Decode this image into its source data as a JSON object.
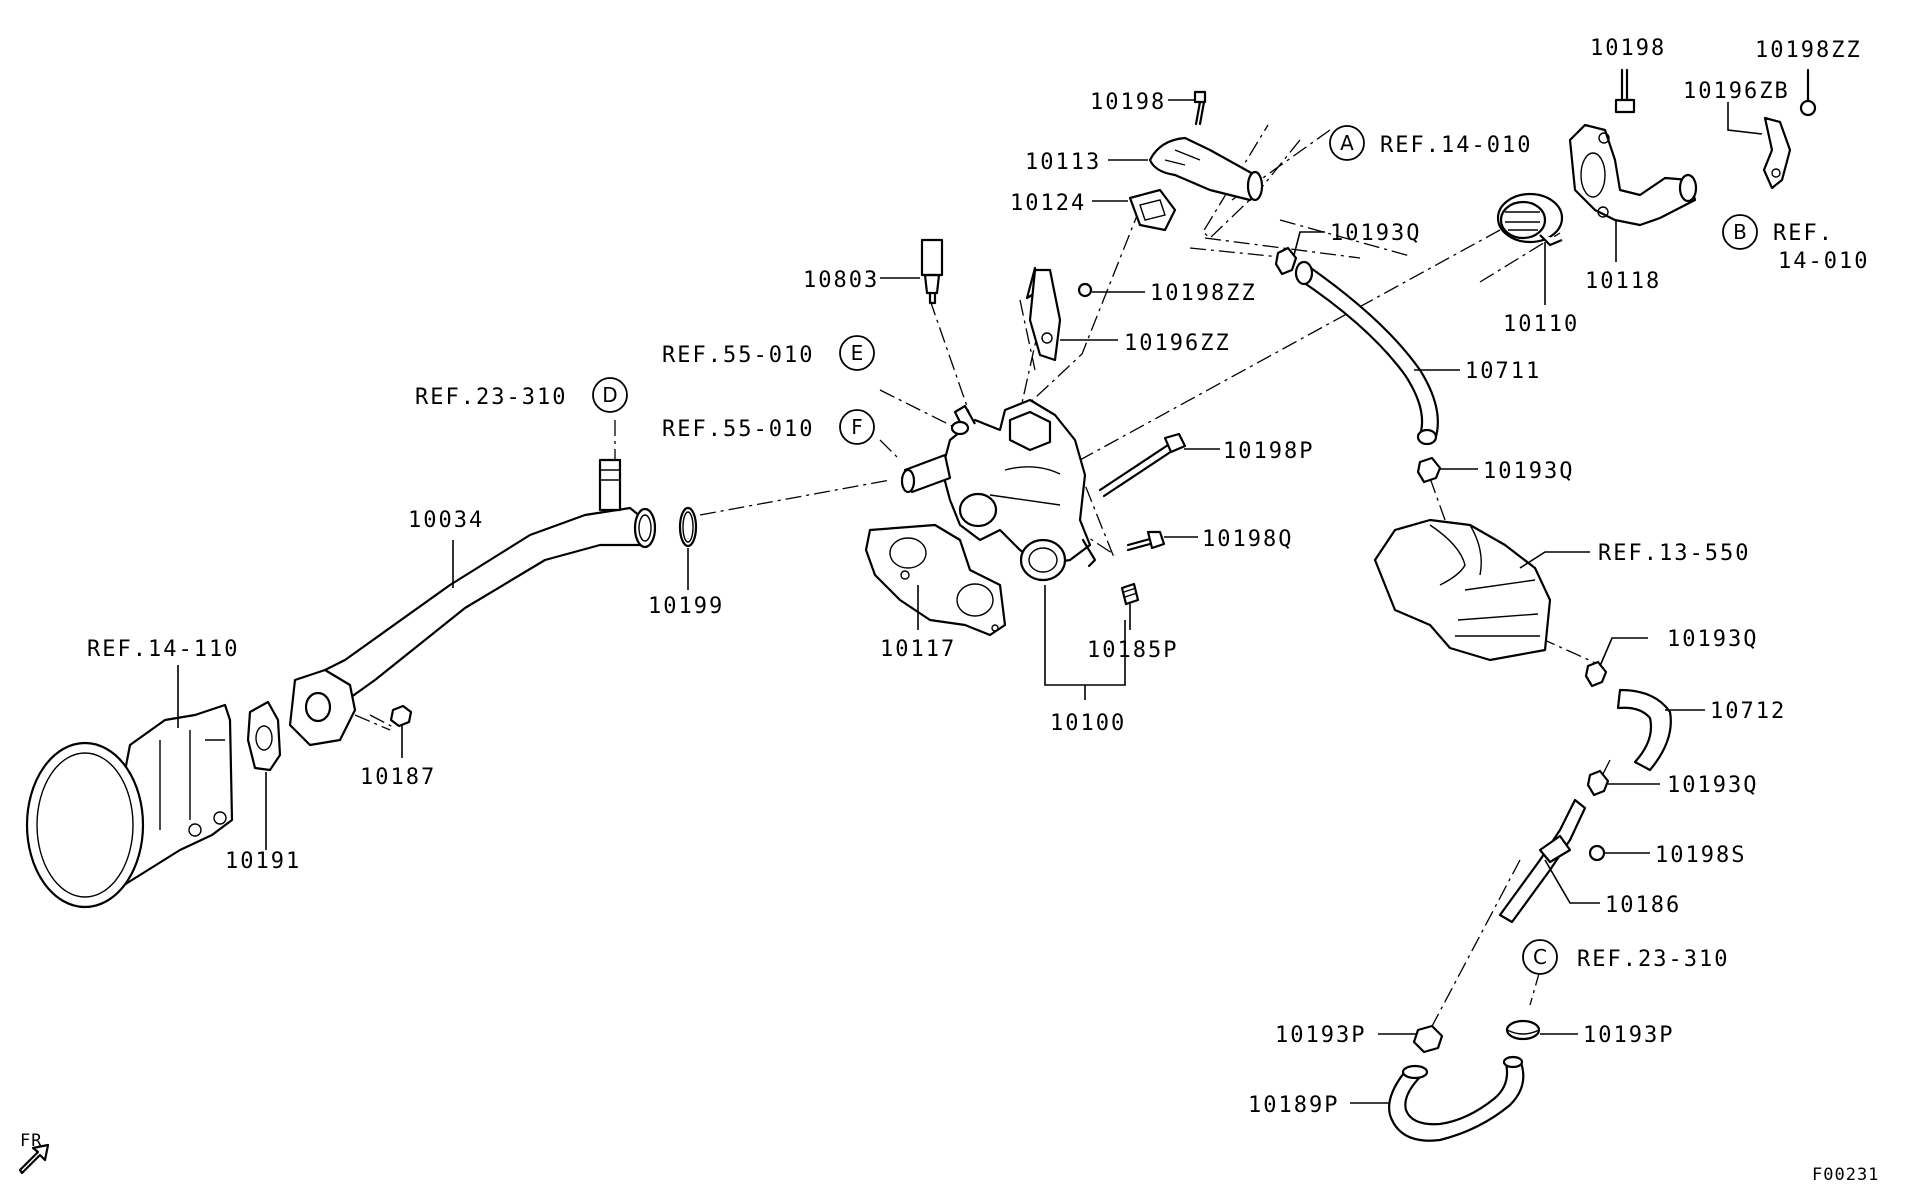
{
  "labels": {
    "p10198_top": "10198",
    "p10113": "10113",
    "p10124": "10124",
    "p10803": "10803",
    "p10198ZZ_mid": "10198ZZ",
    "p10196ZZ": "10196ZZ",
    "p10193Q_top": "10193Q",
    "p10711": "10711",
    "p10198P": "10198P",
    "p10193Q_2": "10193Q",
    "p10198Q": "10198Q",
    "p10185P": "10185P",
    "p10117": "10117",
    "p10100": "10100",
    "p10034": "10034",
    "p10199": "10199",
    "p10187": "10187",
    "p10191": "10191",
    "p10198_tr": "10198",
    "p10198ZZ_tr": "10198ZZ",
    "p10196ZB": "10196ZB",
    "p10110": "10110",
    "p10118": "10118",
    "p10193Q_3": "10193Q",
    "p10712": "10712",
    "p10193Q_4": "10193Q",
    "p10198S": "10198S",
    "p10186": "10186",
    "p10193P_left": "10193P",
    "p10193P_right": "10193P",
    "p10189P": "10189P"
  },
  "references": {
    "refA": "REF.14-010",
    "refB_line1": "REF.",
    "refB_line2": "14-010",
    "refC": "REF.23-310",
    "refD": "REF.23-310",
    "refE": "REF.55-010",
    "refF": "REF.55-010",
    "ref13550": "REF.13-550",
    "ref14110": "REF.14-110"
  },
  "callouts": {
    "A": "A",
    "B": "B",
    "C": "C",
    "D": "D",
    "E": "E",
    "F": "F"
  },
  "orientation": {
    "fr_label": "FR"
  },
  "figure_code": "F00231"
}
